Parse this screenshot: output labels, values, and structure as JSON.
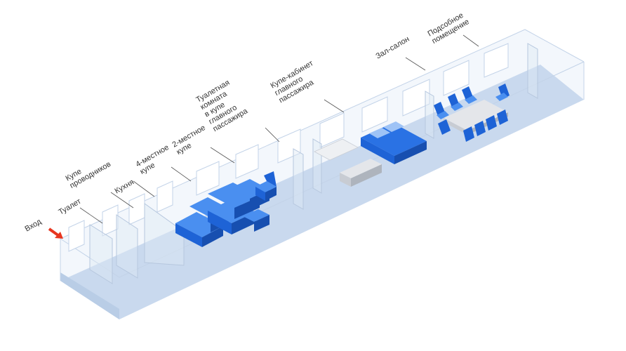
{
  "diagram": {
    "labels": {
      "entrance": "Вход",
      "toilet": "Туалет",
      "conductors": [
        "Купе",
        "проводников"
      ],
      "kitchen": "Кухня",
      "four_berth": [
        "4-местное",
        "купе"
      ],
      "two_berth": [
        "2-местное",
        "купе"
      ],
      "vip_toilet": [
        "Туалетная",
        "комната",
        "в купе",
        "главного",
        "пассажира"
      ],
      "vip_cabin": [
        "Купе-кабинет",
        "главного",
        "пассажира"
      ],
      "salon": "Зал-салон",
      "utility": [
        "Подсобное",
        "помещение"
      ]
    },
    "colors": {
      "floor": "#c9d9ee",
      "wall": "#dde8f5",
      "edge": "#b6c7de",
      "furniture": "#1e63d6",
      "furniture_dark": "#174fb0",
      "furniture_light": "#4a8ff0",
      "table": "#e4e6ea",
      "arrow": "#e8361f"
    }
  }
}
